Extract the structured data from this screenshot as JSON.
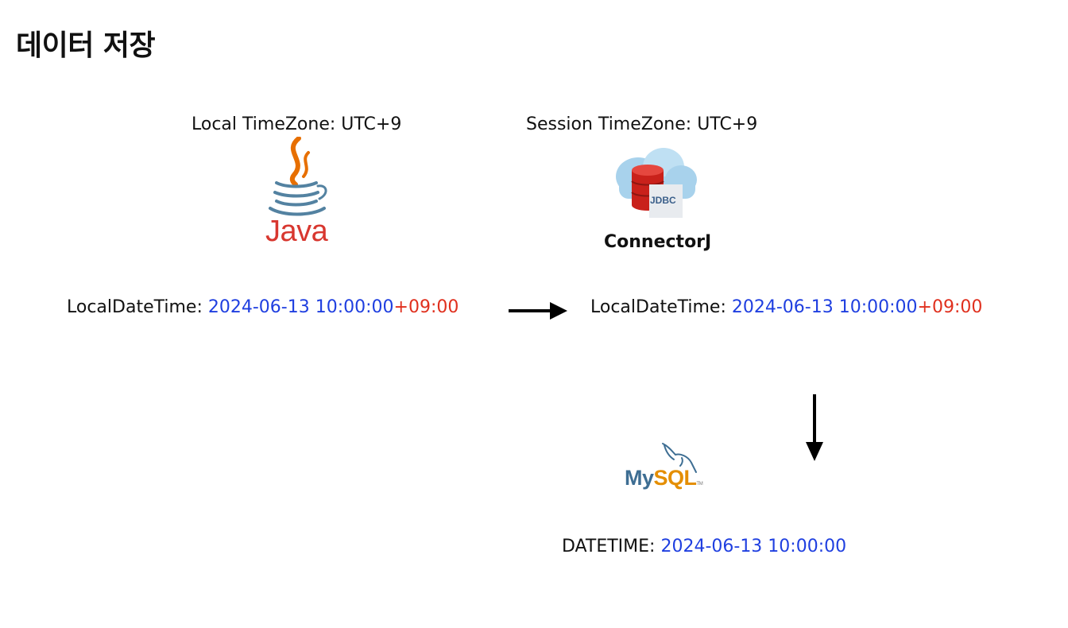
{
  "title": "데이터 저장",
  "java_block": {
    "timezone_label": "Local TimeZone: UTC+9",
    "logo": {
      "icon": "java-coffee-cup-icon",
      "wordmark": "Java",
      "cup_color": "#5382a1",
      "steam_color": "#e76f00",
      "text_color": "#d8372f"
    },
    "value": {
      "prefix": "LocalDateTime: ",
      "datetime": "2024-06-13 10:00:00",
      "offset": "+09:00"
    }
  },
  "connector_block": {
    "timezone_label": "Session TimeZone: UTC+9",
    "logo": {
      "icon": "jdbc-cloud-database-icon",
      "badge": "JDBC",
      "cloud_color": "#9fcbe6",
      "db_color": "#d22620"
    },
    "name": "ConnectorJ",
    "value": {
      "prefix": "LocalDateTime: ",
      "datetime": "2024-06-13 10:00:00",
      "offset": "+09:00"
    }
  },
  "mysql_block": {
    "logo": {
      "icon": "mysql-dolphin-icon",
      "wordmark_my": "My",
      "wordmark_sql": "SQL",
      "tm": "TM",
      "my_color": "#3e6e93",
      "sql_color": "#e48e00"
    },
    "value": {
      "prefix": "DATETIME: ",
      "datetime": "2024-06-13 10:00:00"
    }
  },
  "colors": {
    "datetime": "#1f3fe0",
    "offset": "#e0301e",
    "text": "#111111",
    "arrow": "#000000"
  }
}
